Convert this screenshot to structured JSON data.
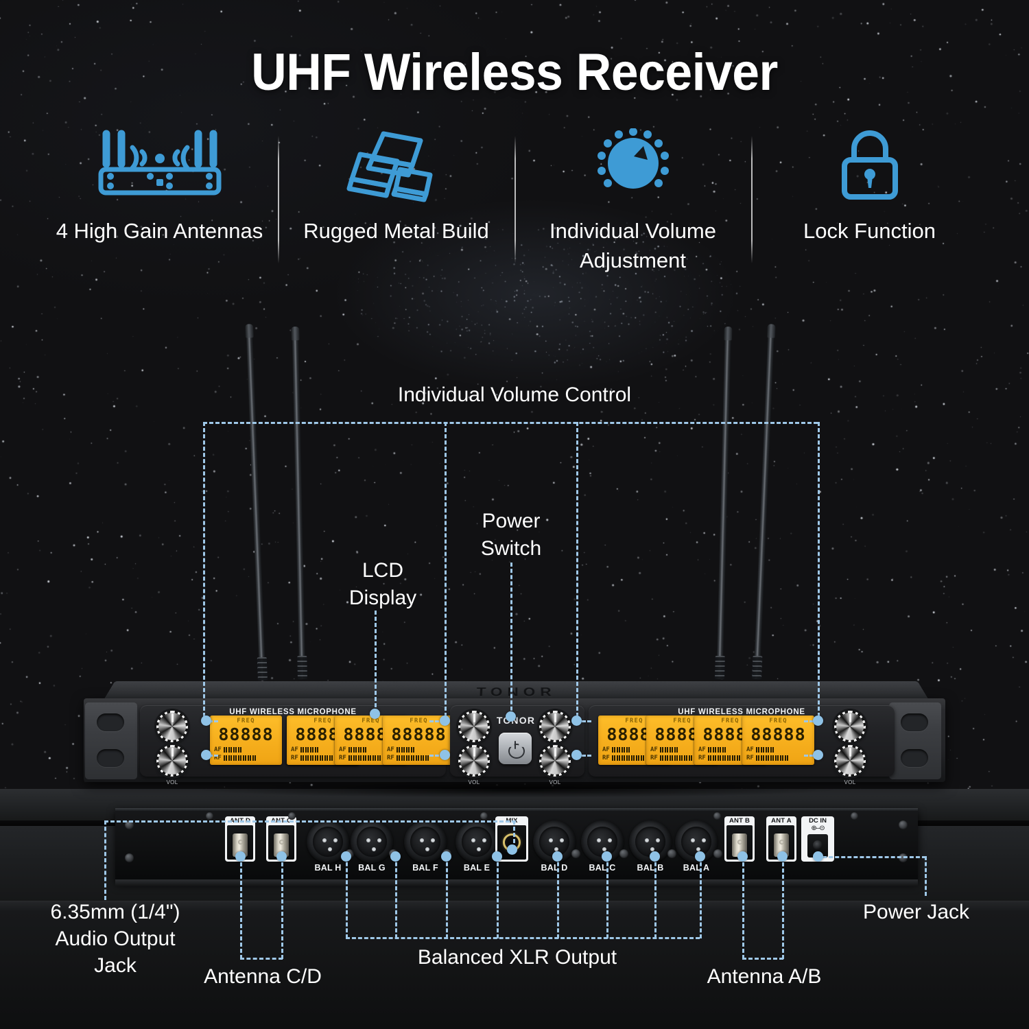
{
  "header": {
    "title": "UHF Wireless Receiver"
  },
  "colors": {
    "accent_blue": "#3e9bd5",
    "dash_blue": "#9fc8e8",
    "lcd_amber": "#f7b01e",
    "background": "#111113"
  },
  "features": [
    {
      "icon": "antenna-receiver-icon",
      "label": "4 High Gain\nAntennas"
    },
    {
      "icon": "metal-ingots-icon",
      "label": "Rugged\nMetal Build"
    },
    {
      "icon": "volume-knob-icon",
      "label": "Individual Volume\nAdjustment"
    },
    {
      "icon": "lock-icon",
      "label": "Lock\nFunction"
    }
  ],
  "callouts": {
    "volume_control": "Individual Volume Control",
    "power_switch": "Power\nSwitch",
    "lcd_display": "LCD\nDisplay",
    "audio_output_jack": "6.35mm (1/4\")\nAudio Output\nJack",
    "antenna_cd": "Antenna C/D",
    "balanced_xlr": "Balanced XLR Output",
    "antenna_ab": "Antenna A/B",
    "power_jack": "Power Jack"
  },
  "device": {
    "brand": "TONOR",
    "top_brand": "TONOR",
    "panel_title_left": "UHF WIRELESS MICROPHONE",
    "panel_title_right": "UHF WIRELESS MICROPHONE",
    "knob_label": "VOL",
    "power_button": "power-icon",
    "lcd": {
      "freq_label": "FREQ",
      "digits": "88888",
      "af_label": "AF",
      "rf_label": "RF",
      "af_bars": 8,
      "rf_bars": 14
    },
    "lcd_channels": [
      {
        "freq_label": "FREQ",
        "digits": "88888"
      },
      {
        "freq_label": "FREQ",
        "digits": "88888"
      },
      {
        "freq_label": "FREQ",
        "digits": "88888"
      },
      {
        "freq_label": "FREQ",
        "digits": "88888"
      },
      {
        "freq_label": "FREQ",
        "digits": "88888"
      },
      {
        "freq_label": "FREQ",
        "digits": "88888"
      },
      {
        "freq_label": "FREQ",
        "digits": "88888"
      },
      {
        "freq_label": "FREQ",
        "digits": "88888"
      }
    ],
    "rear": {
      "bnc_left": [
        {
          "label": "ANT D"
        },
        {
          "label": "ANT C"
        }
      ],
      "xlr_left": [
        {
          "label": "BAL H"
        },
        {
          "label": "BAL G"
        },
        {
          "label": "BAL F"
        },
        {
          "label": "BAL E"
        }
      ],
      "mix": {
        "label": "MIX"
      },
      "xlr_right": [
        {
          "label": "BAL D"
        },
        {
          "label": "BAL C"
        },
        {
          "label": "BAL B"
        },
        {
          "label": "BAL A"
        }
      ],
      "bnc_right": [
        {
          "label": "ANT B"
        },
        {
          "label": "ANT A"
        }
      ],
      "dc_in": {
        "label": "DC IN",
        "polarity": "⊕–⊝"
      }
    }
  }
}
